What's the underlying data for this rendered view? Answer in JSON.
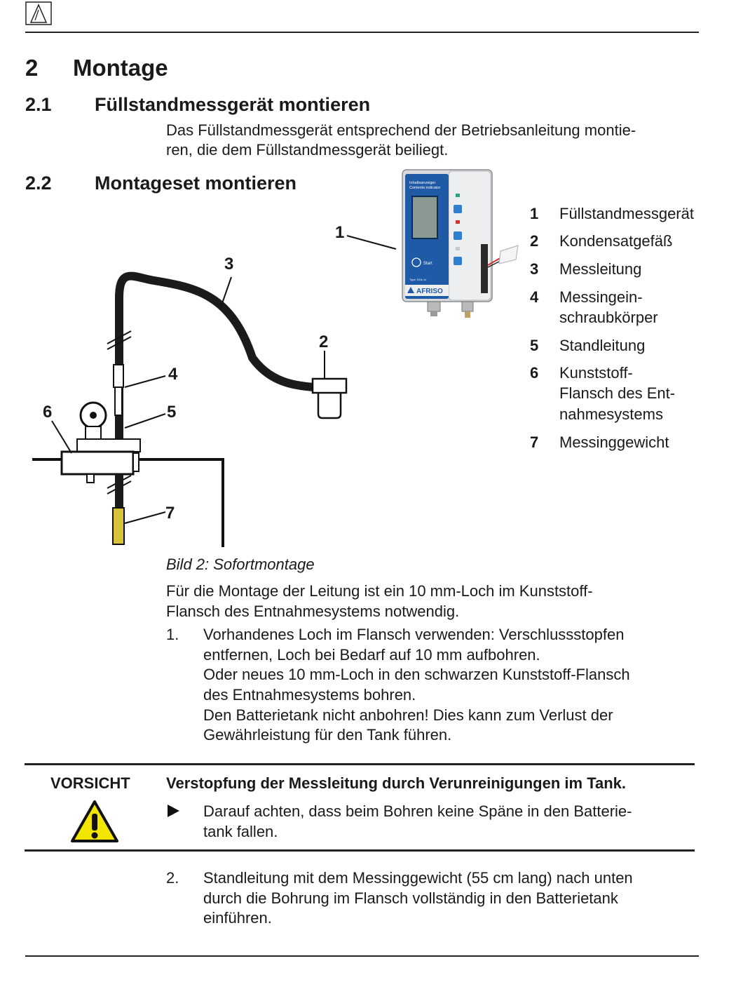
{
  "header": {
    "logo_icon": "afriso-triangle-logo-icon"
  },
  "section": {
    "number": "2",
    "title": "Montage"
  },
  "subsections": [
    {
      "number": "2.1",
      "title": "Füllstandmessgerät montieren",
      "text": [
        "Das Füllstandmessgerät entsprechend der Betriebsanleitung montie-",
        "ren, die dem Füllstandmessgerät beiliegt."
      ]
    },
    {
      "number": "2.2",
      "title": "Montageset montieren"
    }
  ],
  "device": {
    "label_line1": "Inhaltsanzeiger",
    "label_line2": "Contents indicator",
    "start_label": "Start",
    "type_label": "Type: DOs 1x",
    "brand": "AFRISO"
  },
  "figure": {
    "callouts": [
      "1",
      "2",
      "3",
      "4",
      "5",
      "6",
      "7"
    ],
    "caption": "Bild 2: Sofortmontage"
  },
  "legend": [
    {
      "num": "1",
      "lines": [
        "Füllstandmessgerät"
      ]
    },
    {
      "num": "2",
      "lines": [
        "Kondensatgefäß"
      ]
    },
    {
      "num": "3",
      "lines": [
        "Messleitung"
      ]
    },
    {
      "num": "4",
      "lines": [
        "Messingein-",
        "schraubkörper"
      ]
    },
    {
      "num": "5",
      "lines": [
        "Standleitung"
      ]
    },
    {
      "num": "6",
      "lines": [
        "Kunststoff-",
        "Flansch des Ent-",
        "nahmesystems"
      ]
    },
    {
      "num": "7",
      "lines": [
        "Messinggewicht"
      ]
    }
  ],
  "intro": [
    "Für die Montage der Leitung ist ein 10 mm-Loch im Kunststoff-",
    "Flansch des Entnahmesystems notwendig."
  ],
  "steps": [
    {
      "num": "1.",
      "lines": [
        "Vorhandenes Loch im Flansch verwenden: Verschlussstopfen",
        "entfernen, Loch bei Bedarf auf 10 mm aufbohren.",
        "Oder neues 10 mm-Loch in den schwarzen Kunststoff-Flansch",
        "des Entnahmesystems bohren.",
        "Den Batterietank nicht anbohren! Dies kann zum Verlust der",
        "Gewährleistung für den Tank führen."
      ]
    },
    {
      "num": "2.",
      "lines": [
        "Standleitung mit dem Messinggewicht (55 cm lang) nach unten",
        "durch die Bohrung im Flansch vollständig in den Batterietank",
        "einführen."
      ]
    }
  ],
  "warning": {
    "label": "VORSICHT",
    "icon": "warning-triangle-icon",
    "title": "Verstopfung der Messleitung durch Verunreinigungen im Tank.",
    "bullet_icon": "arrow-right-icon",
    "bullet_lines": [
      "Darauf achten, dass beim Bohren keine Späne in den Batterie-",
      "tank fallen."
    ]
  }
}
